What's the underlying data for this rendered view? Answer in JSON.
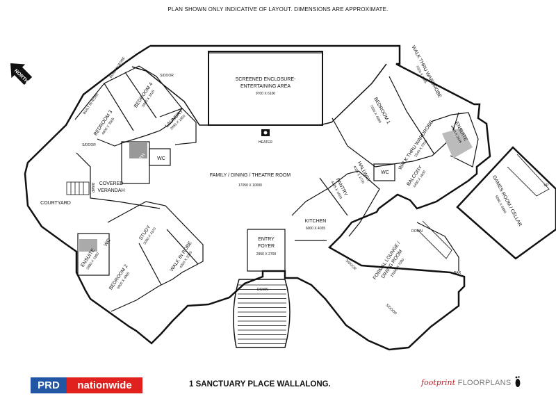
{
  "disclaimer": "PLAN SHOWN ONLY INDICATIVE OF LAYOUT. DIMENSIONS ARE APPROXIMATE.",
  "address": "1 SANCTUARY PLACE WALLALONG.",
  "brand_left": {
    "part1": "PRD",
    "part2": "nationwide",
    "color1": "#2255a4",
    "color2": "#e0211d"
  },
  "brand_right": {
    "part1": "footprint ",
    "part2": "FLOORPLANS",
    "color1": "#c0202a",
    "color2": "#777777"
  },
  "north": "NORTH",
  "rooms": {
    "screened": {
      "name1": "SCREENED ENCLOSURE-",
      "name2": "ENTERTAINING AREA",
      "dim": "9700 X 6100"
    },
    "heater": "HEATER",
    "family": {
      "name": "FAMILY / DINING / THEATRE ROOM",
      "dim": "17050 X 10000"
    },
    "bed1": {
      "name": "BEDROOM 1",
      "dim": "7020 X 4980"
    },
    "wtw_top": {
      "name": "WALK THRU WARDROBE",
      "dim": "7020 X 2065"
    },
    "wtw_mid": {
      "name": "WALK THRU WARDROBE",
      "dim": "2545 X 2010"
    },
    "ensuite_r": {
      "name": "ENSUITE",
      "dim": "4650 X 2445"
    },
    "wc_r": "WC",
    "balcony": {
      "name": "BALCONY",
      "dim": "4400 X 1600"
    },
    "hallway": {
      "name": "HALLWAY",
      "dim": "4035 X 1720"
    },
    "pantry": {
      "name": "PANTRY",
      "dim": "4035 X 1600"
    },
    "kitchen": {
      "name": "KITCHEN",
      "dim": "6000 X 4035"
    },
    "games": {
      "name": "GAMES ROOM / CELLAR",
      "dim": "5860 X 6860"
    },
    "up": "UP",
    "down": "DOWN",
    "formal": {
      "name1": "FORMAL LOUNGE /",
      "name2": "DINING ROOM",
      "dim": "10585 X 7090"
    },
    "bar": "BAR",
    "entry": {
      "name1": "ENTRY",
      "name2": "FOYER",
      "dim": "2950 X 2700"
    },
    "stairs_down": "DOWN",
    "bed3": {
      "name": "BEDROOM 3",
      "dim": "4600 X 3565"
    },
    "bed4": {
      "name": "BEDROOM 4",
      "dim": "5000 X 3425"
    },
    "built_in_robe": "BUILT IN ROBE",
    "laundry": {
      "name": "LAUNDRY",
      "dim": "2855 X 1950"
    },
    "bath": "BATH",
    "wc_l": "WC",
    "sdoor": "S/DOOR",
    "covered": {
      "name1": "COVERED",
      "name2": "VERANDAH"
    },
    "ramp": "RAMP",
    "courtyard": "COURTYARD",
    "study": {
      "name": "STUDY",
      "dim": "3000 X 4370"
    },
    "ensuite_l": {
      "name": "ENSUITE",
      "dim": "2880 X 1990"
    },
    "wc_l2": "WC",
    "wir": {
      "name": "WALK IN ROBE",
      "dim": "4300 X 2025"
    },
    "bed2": {
      "name": "BEDROOM 2",
      "dim": "5000 X 4965"
    }
  }
}
